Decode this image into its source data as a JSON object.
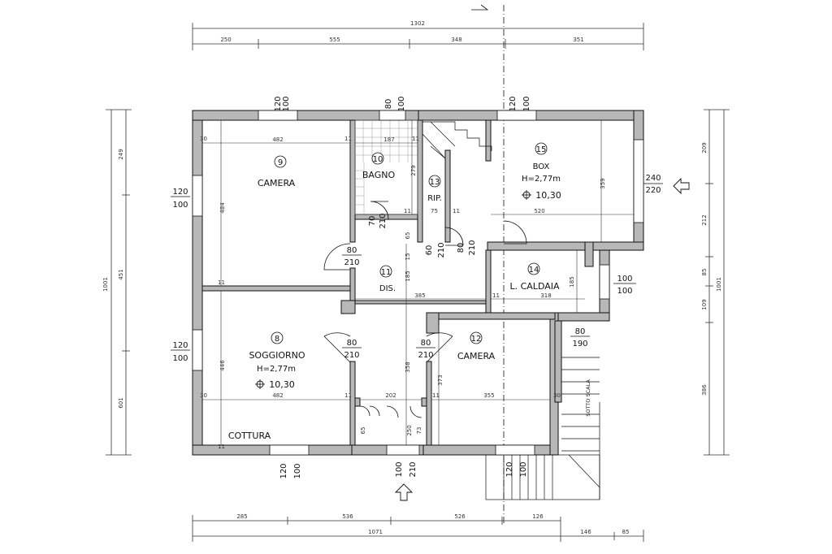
{
  "top_dims": {
    "total": "1302",
    "segments": [
      "250",
      "555",
      "348",
      "351"
    ]
  },
  "bottom_dims": {
    "segments": [
      "285",
      "536",
      "526",
      "126"
    ],
    "total": "1071",
    "extra": [
      "146",
      "85"
    ]
  },
  "left_dims": {
    "total": "1001",
    "segments": [
      "249",
      "451",
      "601"
    ]
  },
  "right_dims": {
    "total": "1001",
    "segments": [
      "209",
      "212",
      "85",
      "109",
      "386"
    ]
  },
  "rooms": {
    "r9": {
      "num": "9",
      "name": "CAMERA"
    },
    "r10": {
      "num": "10",
      "name": "BAGNO"
    },
    "r13": {
      "num": "13",
      "name": "RIP."
    },
    "r15": {
      "num": "15",
      "name": "BOX",
      "height": "H=2,77m",
      "area": "10,30"
    },
    "r11": {
      "num": "11",
      "name": "DIS."
    },
    "r14": {
      "num": "14",
      "name": "L. CALDAIA"
    },
    "r8": {
      "num": "8",
      "name": "SOGGIORNO",
      "height": "H=2,77m",
      "area": "10,30"
    },
    "r12": {
      "num": "12",
      "name": "CAMERA"
    },
    "cottura": "COTTURA",
    "sotto_scala": "SOTTO SCALA"
  },
  "openings": {
    "w_top1": [
      "120",
      "100"
    ],
    "w_top2": [
      "80",
      "100"
    ],
    "w_top3": [
      "120",
      "100"
    ],
    "w_left1": [
      "120",
      "100"
    ],
    "w_left2": [
      "120",
      "100"
    ],
    "w_right_box": [
      "240",
      "220"
    ],
    "w_caldaia": [
      "100",
      "100"
    ],
    "w_bot1": [
      "120",
      "100"
    ],
    "w_bot2": [
      "100",
      "210"
    ],
    "w_bot3": [
      "120",
      "100"
    ],
    "d_cam9": [
      "80",
      "210"
    ],
    "d_sogg": [
      "80",
      "210"
    ],
    "d_cam12": [
      "80",
      "210"
    ],
    "d_bagno": [
      "70",
      "210"
    ],
    "d_rip": [
      "60",
      "210"
    ],
    "d_box": [
      "80",
      "210"
    ],
    "d_sotto": [
      "80",
      "190"
    ]
  },
  "inner_dims": {
    "cam9_w": "482",
    "cam9_h": "484",
    "bagno_w": "187",
    "bagno_h": "279",
    "box_h": "359",
    "box_w": "520",
    "dis_w": "385",
    "caldaia_w": "318",
    "caldaia_h": "185",
    "sogg_h": "446",
    "sogg_w": "482",
    "dis_h": "358",
    "cam12_h": "373",
    "cam12_w": "355",
    "ing_w": "202",
    "ing_a": "65",
    "ing_b": "250",
    "n30": "30",
    "n11": "11",
    "n75": "75",
    "n65": "65",
    "n15": "15",
    "n185": "185",
    "n73": "73"
  }
}
